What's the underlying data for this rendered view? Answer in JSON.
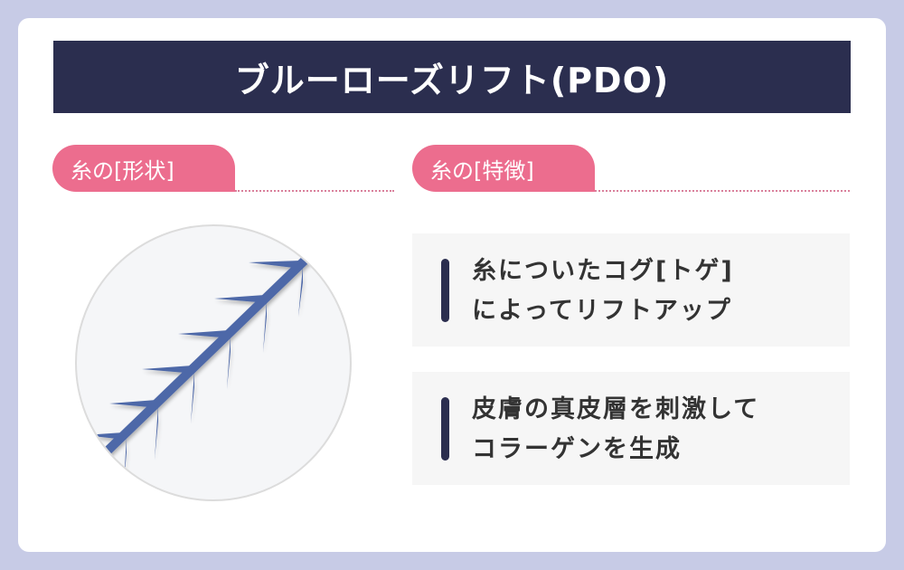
{
  "title": "ブルーローズリフト(PDO)",
  "sections": {
    "shape": {
      "label": "糸の[形状]"
    },
    "features": {
      "label": "糸の[特徴]",
      "items": [
        {
          "line1": "糸についたコグ[トゲ]",
          "line2": "によってリフトアップ"
        },
        {
          "line1": "皮膚の真皮層を刺激して",
          "line2": "コラーゲンを生成"
        }
      ]
    }
  },
  "illustration": {
    "icon": "barbed-thread-icon",
    "thread_color": "#4e68a8"
  },
  "colors": {
    "background": "#c7cbe6",
    "title_bg": "#2b2e4f",
    "accent_pink": "#ec6d8e",
    "feature_bg": "#f6f6f6"
  }
}
